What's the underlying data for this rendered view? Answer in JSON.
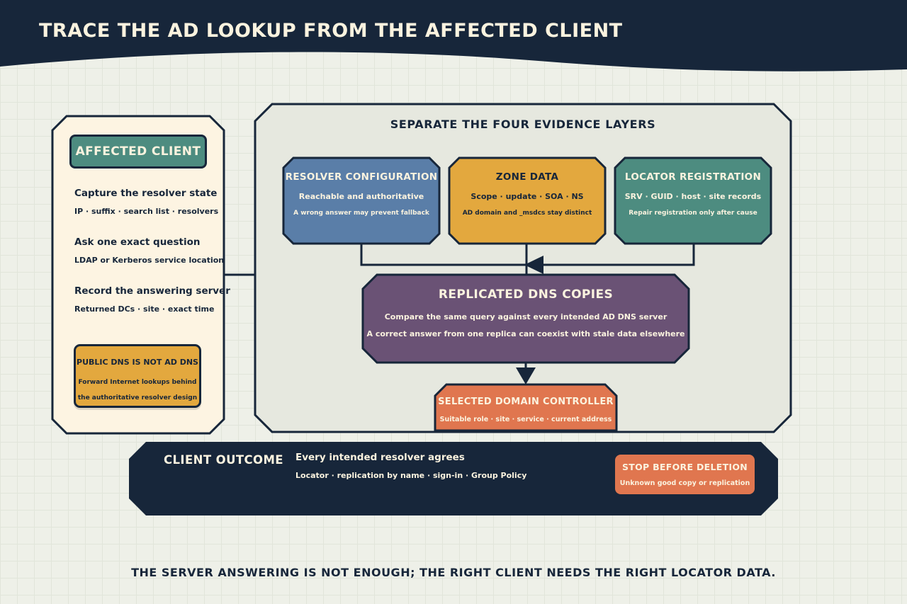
{
  "page": {
    "title": "TRACE THE AD LOOKUP FROM THE AFFECTED CLIENT"
  },
  "colors": {
    "navy": "#17263a",
    "cream": "#fdf4e2",
    "panel": "#e6e8df",
    "teal": "#4d8c80",
    "blue": "#5a7ea8",
    "gold": "#e3a83e",
    "purple": "#6a5275",
    "orange": "#e0764f"
  },
  "client": {
    "badge": "AFFECTED CLIENT",
    "steps": [
      {
        "heading": "Capture the resolver state",
        "detail": "IP · suffix · search list · resolvers"
      },
      {
        "heading": "Ask one exact question",
        "detail": "LDAP or Kerberos service location"
      },
      {
        "heading": "Record the answering server",
        "detail": "Returned DCs · site · exact time"
      }
    ],
    "public_dns": {
      "heading": "PUBLIC DNS IS NOT AD DNS",
      "line1": "Forward Internet lookups behind",
      "line2": "the authoritative resolver design"
    }
  },
  "evidence": {
    "title": "SEPARATE THE FOUR EVIDENCE LAYERS",
    "layers": [
      {
        "title": "RESOLVER CONFIGURATION",
        "sub": "Reachable and authoritative",
        "note": "A wrong answer may prevent fallback"
      },
      {
        "title": "ZONE DATA",
        "sub": "Scope · update · SOA · NS",
        "note": "AD domain and _msdcs stay distinct"
      },
      {
        "title": "LOCATOR REGISTRATION",
        "sub": "SRV · GUID · host · site records",
        "note": "Repair registration only after cause"
      }
    ],
    "replicated": {
      "title": "REPLICATED DNS COPIES",
      "line1": "Compare the same query against every intended AD DNS server",
      "line2": "A correct answer from one replica can coexist with stale data elsewhere"
    },
    "selected_dc": {
      "title": "SELECTED DOMAIN CONTROLLER",
      "sub": "Suitable role · site · service · current address"
    }
  },
  "outcome": {
    "label": "CLIENT OUTCOME",
    "heading": "Every intended resolver agrees",
    "detail": "Locator · replication by name · sign-in · Group Policy",
    "stop": {
      "heading": "STOP BEFORE DELETION",
      "sub": "Unknown good copy or replication"
    }
  },
  "footer": "THE SERVER ANSWERING IS NOT ENOUGH; THE RIGHT CLIENT NEEDS THE RIGHT LOCATOR DATA."
}
